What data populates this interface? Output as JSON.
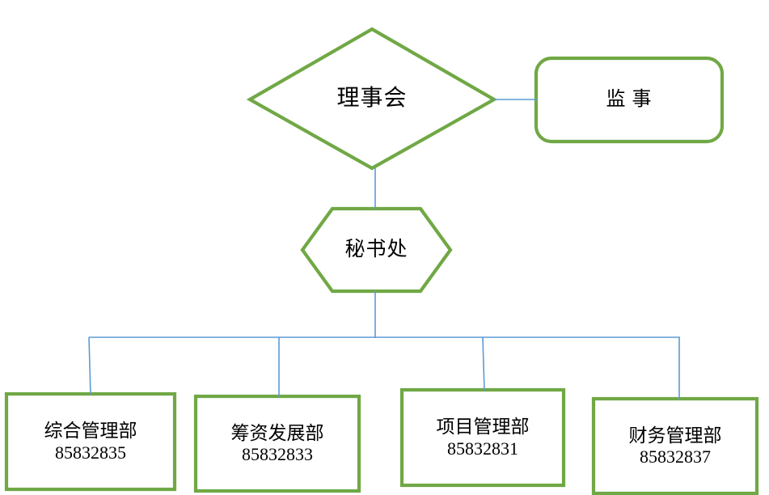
{
  "diagram": {
    "type": "organizational-chart",
    "colors": {
      "shape_border": "#70A845",
      "connector_line": "#5B9BD5",
      "text": "#000000",
      "background": "#FFFFFF"
    },
    "nodes": {
      "board": {
        "label": "理事会",
        "shape": "diamond"
      },
      "supervisor": {
        "label": "监 事",
        "shape": "rounded-rectangle"
      },
      "secretariat": {
        "label": "秘书处",
        "shape": "hexagon"
      }
    },
    "departments": [
      {
        "name": "综合管理部",
        "phone": "85832835"
      },
      {
        "name": "筹资发展部",
        "phone": "85832833"
      },
      {
        "name": "项目管理部",
        "phone": "85832831"
      },
      {
        "name": "财务管理部",
        "phone": "85832837"
      }
    ]
  }
}
